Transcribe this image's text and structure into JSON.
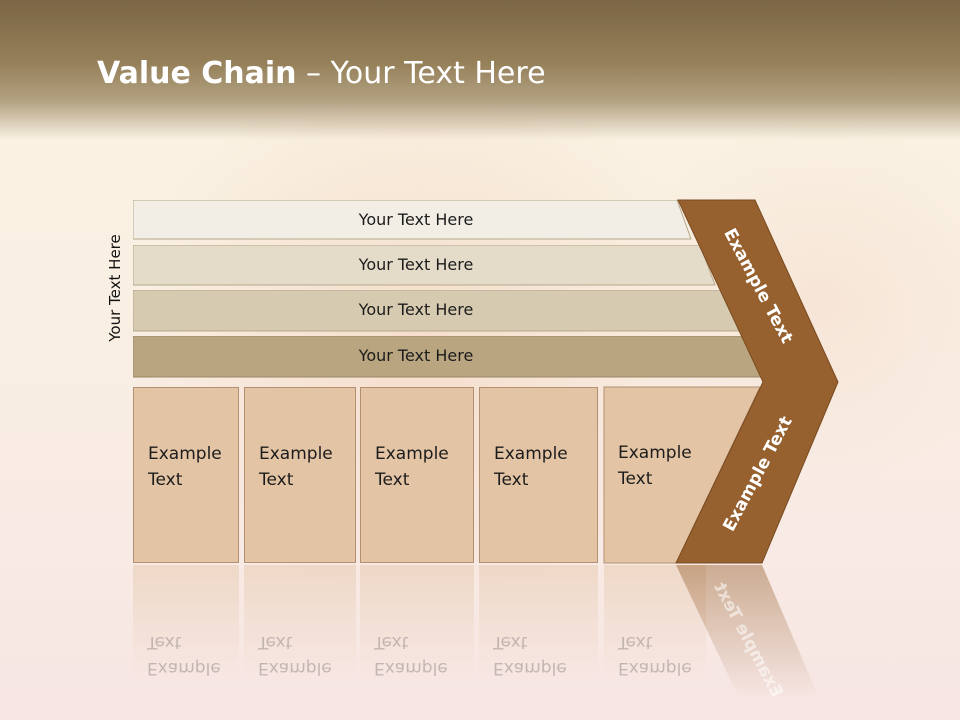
{
  "slide": {
    "title_bold": "Value Chain",
    "title_rest": " – Your Text Here",
    "side_label": "Your Text Here"
  },
  "bars": [
    {
      "label": "Your Text Here",
      "color": "#f2eee6"
    },
    {
      "label": "Your Text Here",
      "color": "#e4dbc9"
    },
    {
      "label": "Your Text Here",
      "color": "#d6cab0"
    },
    {
      "label": "Your Text Here",
      "color": "#b9a57f"
    }
  ],
  "boxes": [
    {
      "line1": "Example",
      "line2": "Text"
    },
    {
      "line1": "Example",
      "line2": "Text"
    },
    {
      "line1": "Example",
      "line2": "Text"
    },
    {
      "line1": "Example",
      "line2": "Text"
    },
    {
      "line1": "Example",
      "line2": "Text"
    }
  ],
  "chevron": {
    "upper_text": "Example Text",
    "lower_text": "Example Text",
    "color": "#96602f"
  },
  "colors": {
    "box_fill": "#e3c4a5",
    "box_border": "#b49072",
    "header_band": "#8a7450"
  }
}
